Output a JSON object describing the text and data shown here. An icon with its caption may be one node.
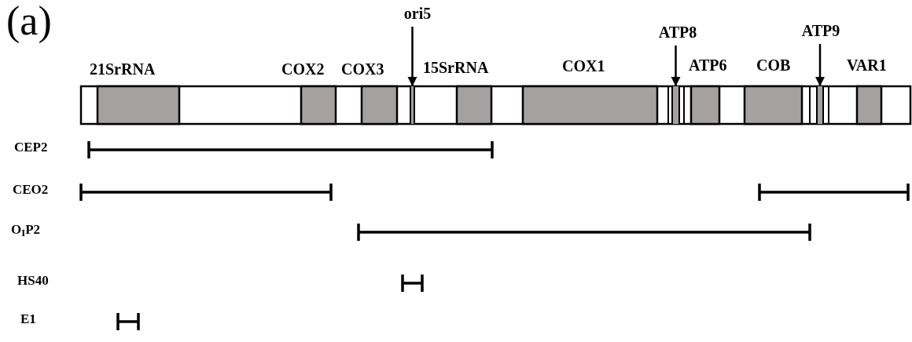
{
  "diagram": {
    "nodes": [
      {
        "text": [
          "ori5"
        ]
      },
      {
        "text": [],
        "shape": "bar"
      },
      {
        "text": [
          "ATP8"
        ]
      },
      {
        "text": [],
        "shape": "bar"
      },
      {
        "text": [
          "ATP9"
        ]
      },
      {
        "text": [],
        "shape": "bar"
      }
    ],
    "edges": [
      {
        "from": 0,
        "to": 1,
        "arrow": "to"
      },
      {
        "from": 2,
        "to": 3,
        "arrow": "to"
      },
      {
        "from": 4,
        "to": 5,
        "arrow": "to"
      }
    ],
    "labels": [
      "(a)",
      "21SrRNA",
      "COX2",
      "COX3",
      "15SrRNA",
      "COX1",
      "ATP6",
      "COB",
      "VAR1",
      "CEP2",
      "CEO2",
      "O$_{I}$P2",
      "HS40",
      "E1"
    ]
  }
}
